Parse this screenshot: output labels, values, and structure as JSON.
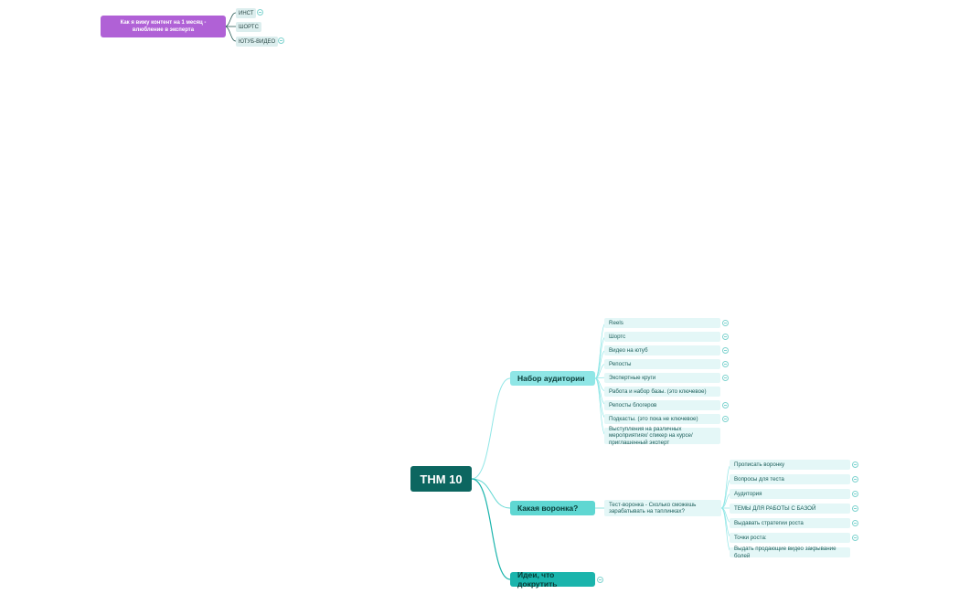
{
  "top_map": {
    "root": "Как я вижу контент на 1 месяц - влюбление в эксперта",
    "children": [
      "ИНСТ",
      "ШОРТС",
      "ЮТУБ-ВИДЕО"
    ]
  },
  "main_map": {
    "root": "ТНМ 10",
    "branches": [
      {
        "label": "Набор аудитории",
        "items": [
          "Reels",
          "Шортс",
          "Видео на ютуб",
          "Репосты",
          "Экспертные круги",
          "Работа и набор базы. (это ключевое)",
          "Репосты блогеров",
          "Подкасты. (это пока не ключевое)",
          "Выступления на различных мероприятиях/ спикер на курсе/приглашенный эксперт"
        ]
      },
      {
        "label": "Какая воронка?",
        "item": "Тест-воронка - Сколько сможешь зарабатывать на таплинках?",
        "subitems": [
          "Прописать воронку",
          "Вопросы для теста",
          "Аудитория",
          "ТЕМЫ ДЛЯ РАБОТЫ С БАЗОЙ",
          "Выдавать стратегии роста",
          "Точки роста:",
          "Выдать продающие видео закрывание болей"
        ]
      },
      {
        "label": "Идеи, что докрутить"
      }
    ]
  },
  "colors": {
    "root": "#0c6660",
    "branch_1": "#8fe6e6",
    "branch_2": "#5fd7d2",
    "branch_3": "#1ab4ac",
    "leaf": "#e4f7f7",
    "accent_purple": "#b061d6",
    "connector": "#7fd3cf"
  }
}
